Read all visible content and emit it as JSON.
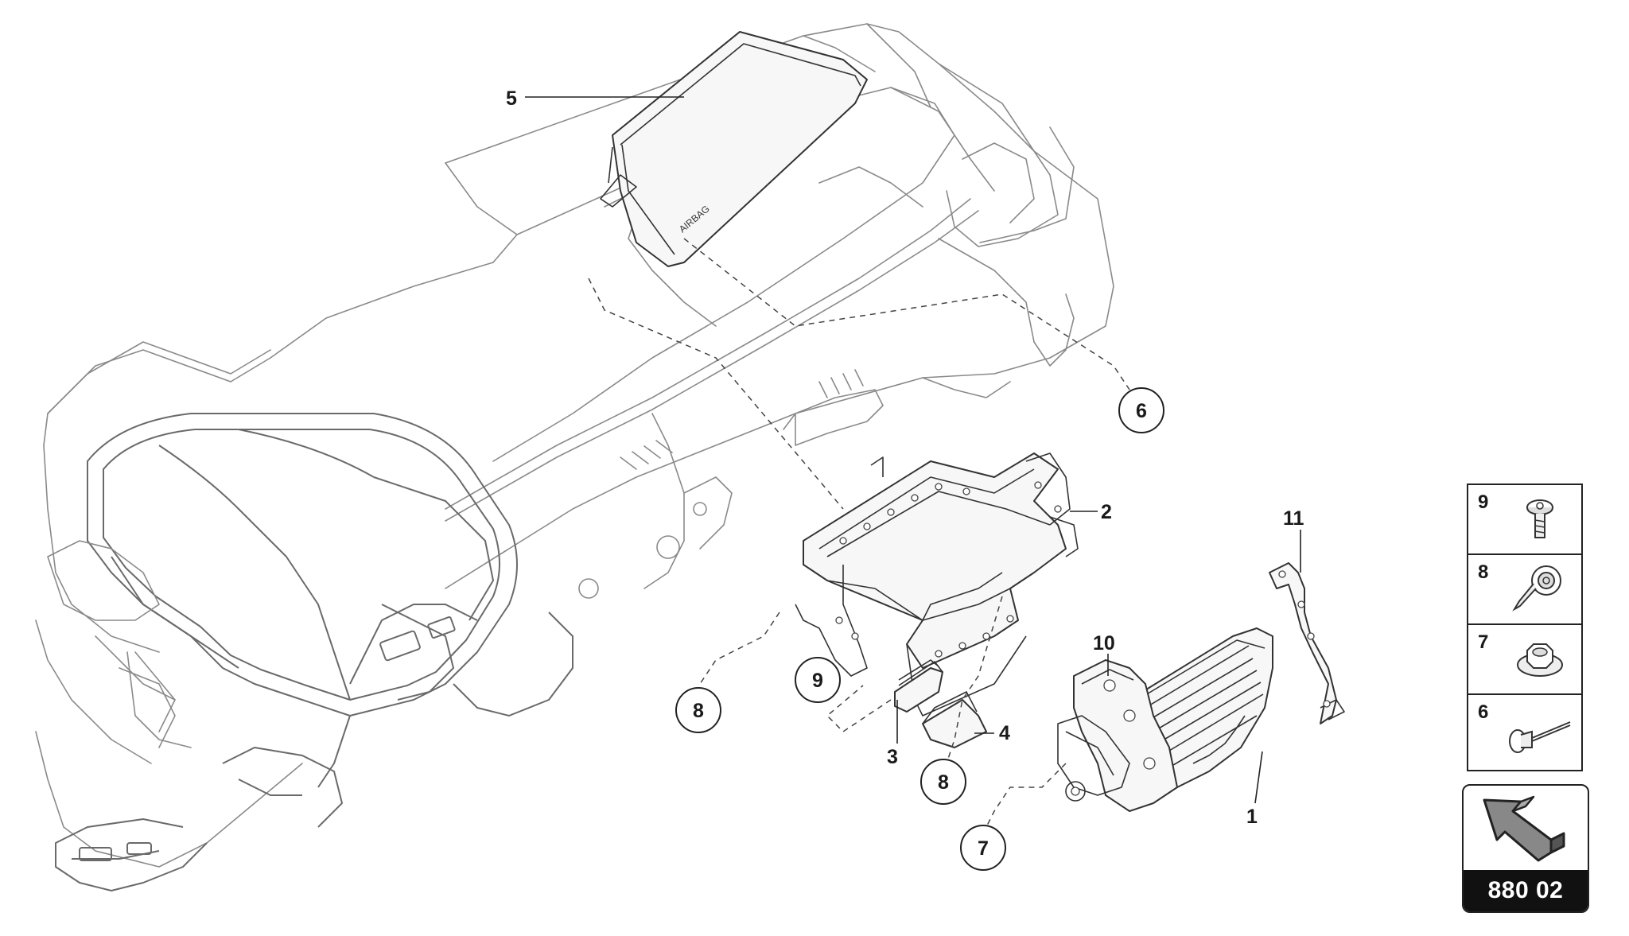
{
  "diagram": {
    "callouts": {
      "c1": "1",
      "c2": "2",
      "c3": "3",
      "c4": "4",
      "c5": "5",
      "c6": "6",
      "c7": "7",
      "c8a": "8",
      "c8b": "8",
      "c9": "9",
      "c10": "10",
      "c11": "11"
    },
    "airbag_label": "AIRBAG"
  },
  "legend": {
    "items": [
      {
        "number": "9",
        "icon": "torx-bolt-icon"
      },
      {
        "number": "8",
        "icon": "screw-with-washer-icon"
      },
      {
        "number": "7",
        "icon": "flange-nut-icon"
      },
      {
        "number": "6",
        "icon": "blind-rivet-icon"
      }
    ]
  },
  "page_ref": {
    "code": "880 02",
    "icon": "direction-arrow-icon"
  }
}
